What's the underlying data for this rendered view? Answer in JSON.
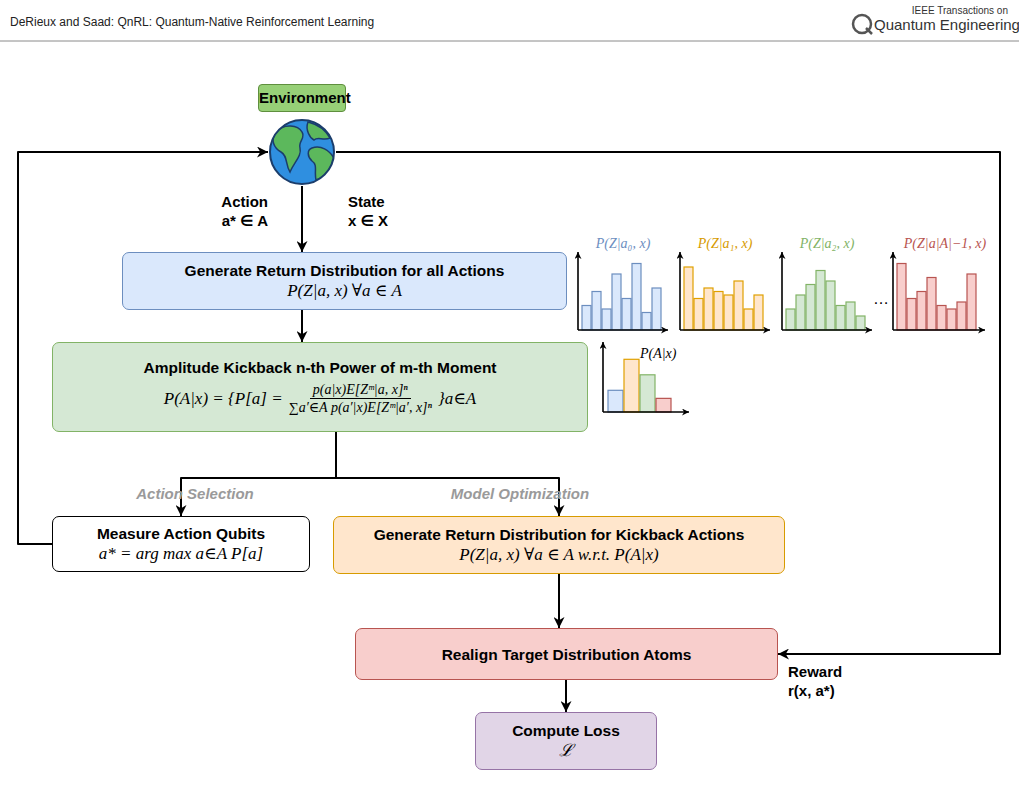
{
  "diagram": {
    "nodes": [
      {
        "text": [
          "Environment"
        ]
      },
      {
        "text": [
          "Generate Return Distribution for all Actions",
          "P(Z|a, x) ∀a ∈ A"
        ]
      },
      {
        "text": [
          "Amplitude Kickback n-th Power of m-th Moment",
          "P(A|x) = {P[a] =",
          "p(a|x)E[Zᵐ|a, x]ⁿ",
          "∑a′∈A p(a′|x)E[Zᵐ|a′, x]ⁿ",
          "}a∈A"
        ]
      },
      {
        "text": [
          "Measure Action Qubits",
          "a* = arg max a∈A P[a]"
        ]
      },
      {
        "text": [
          "Generate Return Distribution for Kickback Actions",
          "P(Z|a, x) ∀a ∈ A w.r.t. P(A|x)"
        ]
      },
      {
        "text": [
          "Realign Target Distribution Atoms"
        ]
      },
      {
        "text": [
          "Compute Loss",
          "ℒ"
        ]
      }
    ],
    "edges": [
      {
        "from": 0,
        "to": 1,
        "arrow": "to",
        "label": "State x ∈ X"
      },
      {
        "from": 1,
        "to": 2,
        "arrow": "to"
      },
      {
        "from": 2,
        "to": 3,
        "arrow": "to",
        "label": "Action Selection"
      },
      {
        "from": 2,
        "to": 4,
        "arrow": "to",
        "label": "Model Optimization"
      },
      {
        "from": 3,
        "to": 0,
        "arrow": "to",
        "label": "Action a* ∈ A"
      },
      {
        "from": 0,
        "to": 5,
        "arrow": "to",
        "label": "Reward r(x, a*)"
      },
      {
        "from": 4,
        "to": 5,
        "arrow": "to"
      },
      {
        "from": 5,
        "to": 6,
        "arrow": "to"
      }
    ],
    "labels": [
      "DeRieux and Saad: QnRL: Quantum-Native Reinforcement Learning",
      "IEEE Transactions on",
      "Quantum Engineering",
      "P(Z|a₀, x)",
      "P(Z|a₁, x)",
      "P(Z|a₂, x)",
      "…",
      "P(Z|a|A|−1, x)",
      "P(A|x)"
    ]
  }
}
